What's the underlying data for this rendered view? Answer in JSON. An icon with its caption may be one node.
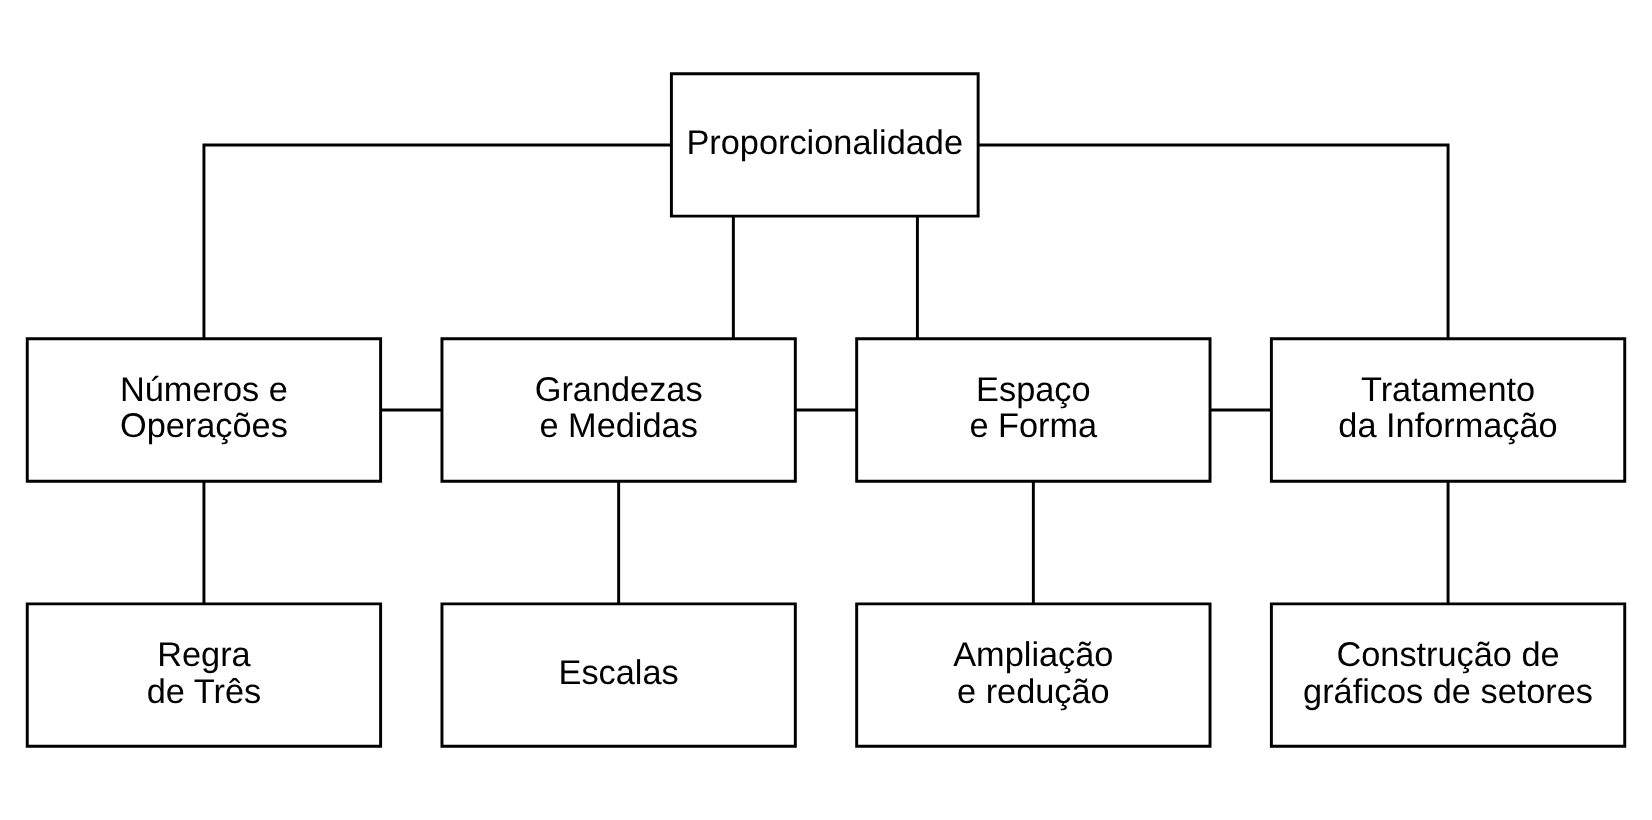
{
  "diagram": {
    "nodes": [
      {
        "text": [
          "Proporcionalidade"
        ]
      },
      {
        "text": [
          "Números e Operações"
        ]
      },
      {
        "text": [
          "Grandezas e Medidas"
        ]
      },
      {
        "text": [
          "Espaço e Forma"
        ]
      },
      {
        "text": [
          "Tratamento da Informação"
        ]
      },
      {
        "text": [
          "Regra de Três"
        ]
      },
      {
        "text": [
          "Escalas"
        ]
      },
      {
        "text": [
          "Ampliação e redução"
        ]
      },
      {
        "text": [
          "Construção de gráficos de setores"
        ]
      }
    ],
    "edges": [
      {
        "from": 0,
        "to": 1,
        "arrow": "none"
      },
      {
        "from": 0,
        "to": 2,
        "arrow": "none"
      },
      {
        "from": 0,
        "to": 3,
        "arrow": "none"
      },
      {
        "from": 0,
        "to": 4,
        "arrow": "none"
      },
      {
        "from": 1,
        "to": 2,
        "arrow": "none"
      },
      {
        "from": 2,
        "to": 3,
        "arrow": "none"
      },
      {
        "from": 3,
        "to": 4,
        "arrow": "none"
      },
      {
        "from": 1,
        "to": 5,
        "arrow": "none"
      },
      {
        "from": 2,
        "to": 6,
        "arrow": "none"
      },
      {
        "from": 3,
        "to": 7,
        "arrow": "none"
      },
      {
        "from": 4,
        "to": 8,
        "arrow": "none"
      }
    ]
  }
}
